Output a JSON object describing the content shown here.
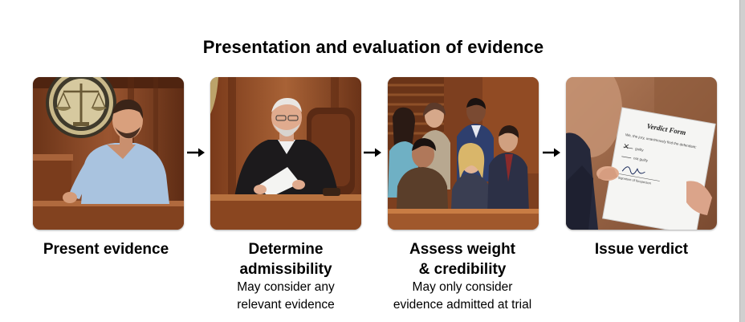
{
  "title": "Presentation and evaluation of evidence",
  "steps": [
    {
      "label": "Present evidence",
      "note_lines": []
    },
    {
      "label_lines": [
        "Determine",
        "admissibility"
      ],
      "note_lines": [
        "May consider any",
        "relevant evidence"
      ]
    },
    {
      "label_lines": [
        "Assess weight",
        "& credibility"
      ],
      "note_lines": [
        "May only consider",
        "evidence admitted at trial"
      ]
    },
    {
      "label": "Issue verdict",
      "note_lines": []
    }
  ],
  "verdict_form": {
    "heading": "Verdict Form",
    "line1": "We, the jury, unanimously find the defendant:",
    "option_guilty": "guilty",
    "option_not_guilty": "not guilty",
    "signature_label": "Signature of foreperson"
  },
  "colors": {
    "wood": "#8a4a2a",
    "arrow": "#000000",
    "text": "#000000"
  }
}
